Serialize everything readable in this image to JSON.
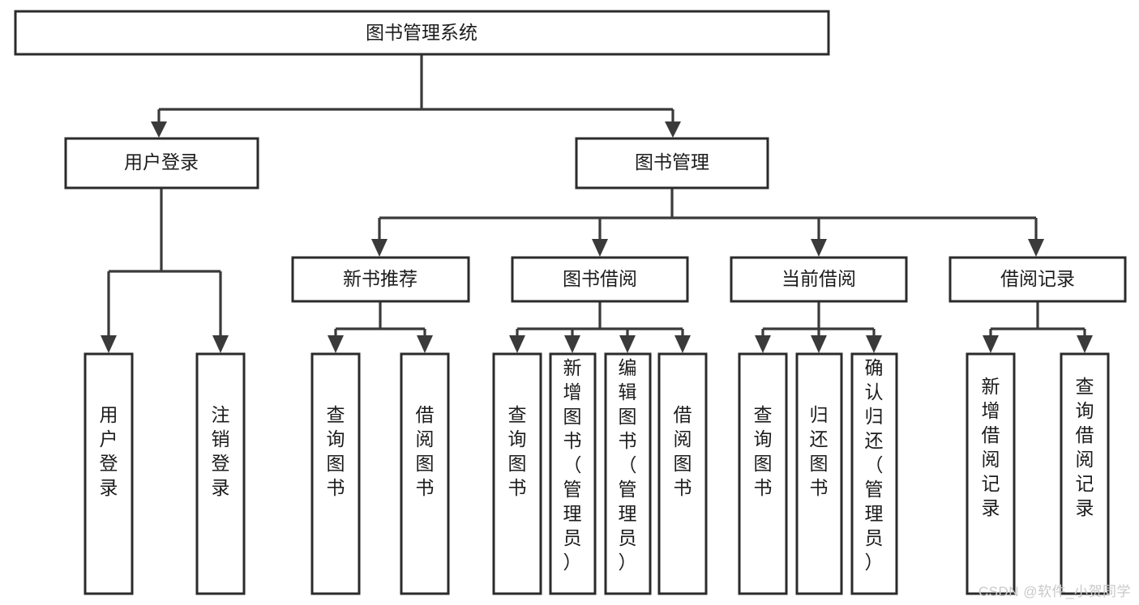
{
  "diagram": {
    "type": "tree",
    "orientation": "top-down",
    "root": {
      "id": "root",
      "label": "图书管理系统"
    },
    "level2": [
      {
        "id": "user-login",
        "label": "用户登录"
      },
      {
        "id": "book-manage",
        "label": "图书管理"
      }
    ],
    "level3": [
      {
        "id": "new-book-rec",
        "label": "新书推荐",
        "parent": "book-manage"
      },
      {
        "id": "book-borrow",
        "label": "图书借阅",
        "parent": "book-manage"
      },
      {
        "id": "current-borrow",
        "label": "当前借阅",
        "parent": "book-manage"
      },
      {
        "id": "borrow-record",
        "label": "借阅记录",
        "parent": "book-manage"
      }
    ],
    "leaves": [
      {
        "id": "leaf-user-login",
        "label": "用户登录",
        "parent": "user-login"
      },
      {
        "id": "leaf-user-logout",
        "label": "注销登录",
        "parent": "user-login"
      },
      {
        "id": "leaf-query-book-1",
        "label": "查询图书",
        "parent": "new-book-rec"
      },
      {
        "id": "leaf-borrow-book-1",
        "label": "借阅图书",
        "parent": "new-book-rec"
      },
      {
        "id": "leaf-query-book-2",
        "label": "查询图书",
        "parent": "book-borrow"
      },
      {
        "id": "leaf-add-book",
        "label": "新增图书（管理员）",
        "parent": "book-borrow"
      },
      {
        "id": "leaf-edit-book",
        "label": "编辑图书（管理员）",
        "parent": "book-borrow"
      },
      {
        "id": "leaf-borrow-book-2",
        "label": "借阅图书",
        "parent": "book-borrow"
      },
      {
        "id": "leaf-query-book-3",
        "label": "查询图书",
        "parent": "current-borrow"
      },
      {
        "id": "leaf-return-book",
        "label": "归还图书",
        "parent": "current-borrow"
      },
      {
        "id": "leaf-confirm-return",
        "label": "确认归还（管理员）",
        "parent": "current-borrow"
      },
      {
        "id": "leaf-add-record",
        "label": "新增借阅记录",
        "parent": "borrow-record"
      },
      {
        "id": "leaf-query-record",
        "label": "查询借阅记录",
        "parent": "borrow-record"
      }
    ],
    "colors": {
      "box_fill": "#ffffff",
      "box_stroke": "#2b2b2b",
      "connector": "#3a3a3a",
      "text": "#1c1c1c",
      "watermark": "#c9c9c9",
      "background": "#ffffff"
    }
  },
  "watermark": {
    "label": "CSDN @软件_小贺同学"
  }
}
